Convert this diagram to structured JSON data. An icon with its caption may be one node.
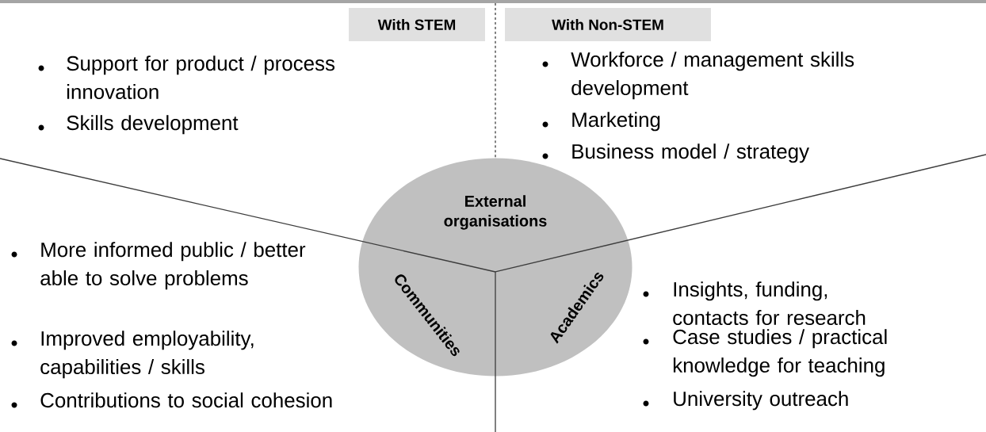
{
  "diagram": {
    "nodes": [
      {
        "text": [
          "With STEM"
        ]
      },
      {
        "text": [
          "With Non-STEM"
        ]
      },
      {
        "text": [
          "External organisations",
          "Communities",
          "Academics"
        ]
      }
    ],
    "labels": [
      "Support for product / process innovation",
      "Skills development",
      "Workforce / management skills development",
      "Marketing",
      "Business model / strategy",
      "More informed public / better able to solve problems",
      "Improved employability, capabilities / skills",
      "Contributions to social cohesion",
      "Insights, funding, contacts for research",
      "Case studies / practical knowledge for teaching",
      "University outreach"
    ]
  }
}
